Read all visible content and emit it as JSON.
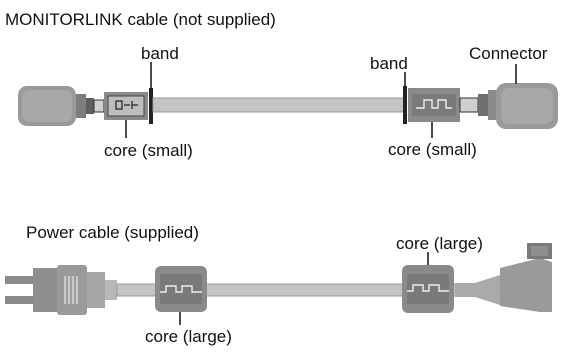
{
  "monitorlink": {
    "title": "MONITORLINK cable  (not supplied)",
    "band_left": "band",
    "band_right": "band",
    "connector": "Connector",
    "core_left": "core (small)",
    "core_right": "core (small)"
  },
  "power": {
    "title": "Power cable (supplied)",
    "core_right": "core (large)",
    "core_left": "core (large)"
  },
  "colors": {
    "cable": "#c4c4c4",
    "plug": "#9a9a9a",
    "plug_dark": "#6f6f6f",
    "core": "#8a8a8a",
    "ink": "#111111"
  }
}
